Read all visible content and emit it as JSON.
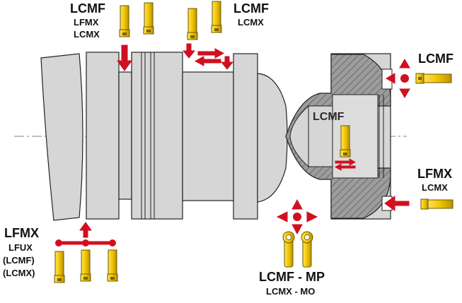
{
  "labels": {
    "top_left": [
      "LCMF",
      "LFMX",
      "LCMX"
    ],
    "top_mid": [
      "LCMF",
      "LCMX"
    ],
    "right_top": "LCMF",
    "inner": "LCMF",
    "right_bottom": [
      "LFMX",
      "LCMX"
    ],
    "bottom_left": [
      "LFMX",
      "LFUX",
      "(LCMF)",
      "(LCMX)"
    ],
    "bottom_center": [
      "LCMF - MP",
      "LCMX - MO"
    ]
  },
  "colors": {
    "insert_yellow": "#f2c400",
    "insert_edge": "#6b5a00",
    "arrow_red": "#d01020",
    "body_gray": "#d6d6d6",
    "section_gray": "#9c9c9c",
    "outline": "#222222"
  },
  "icons": [
    "insert-icon",
    "arrow-icon",
    "dot-icon"
  ]
}
